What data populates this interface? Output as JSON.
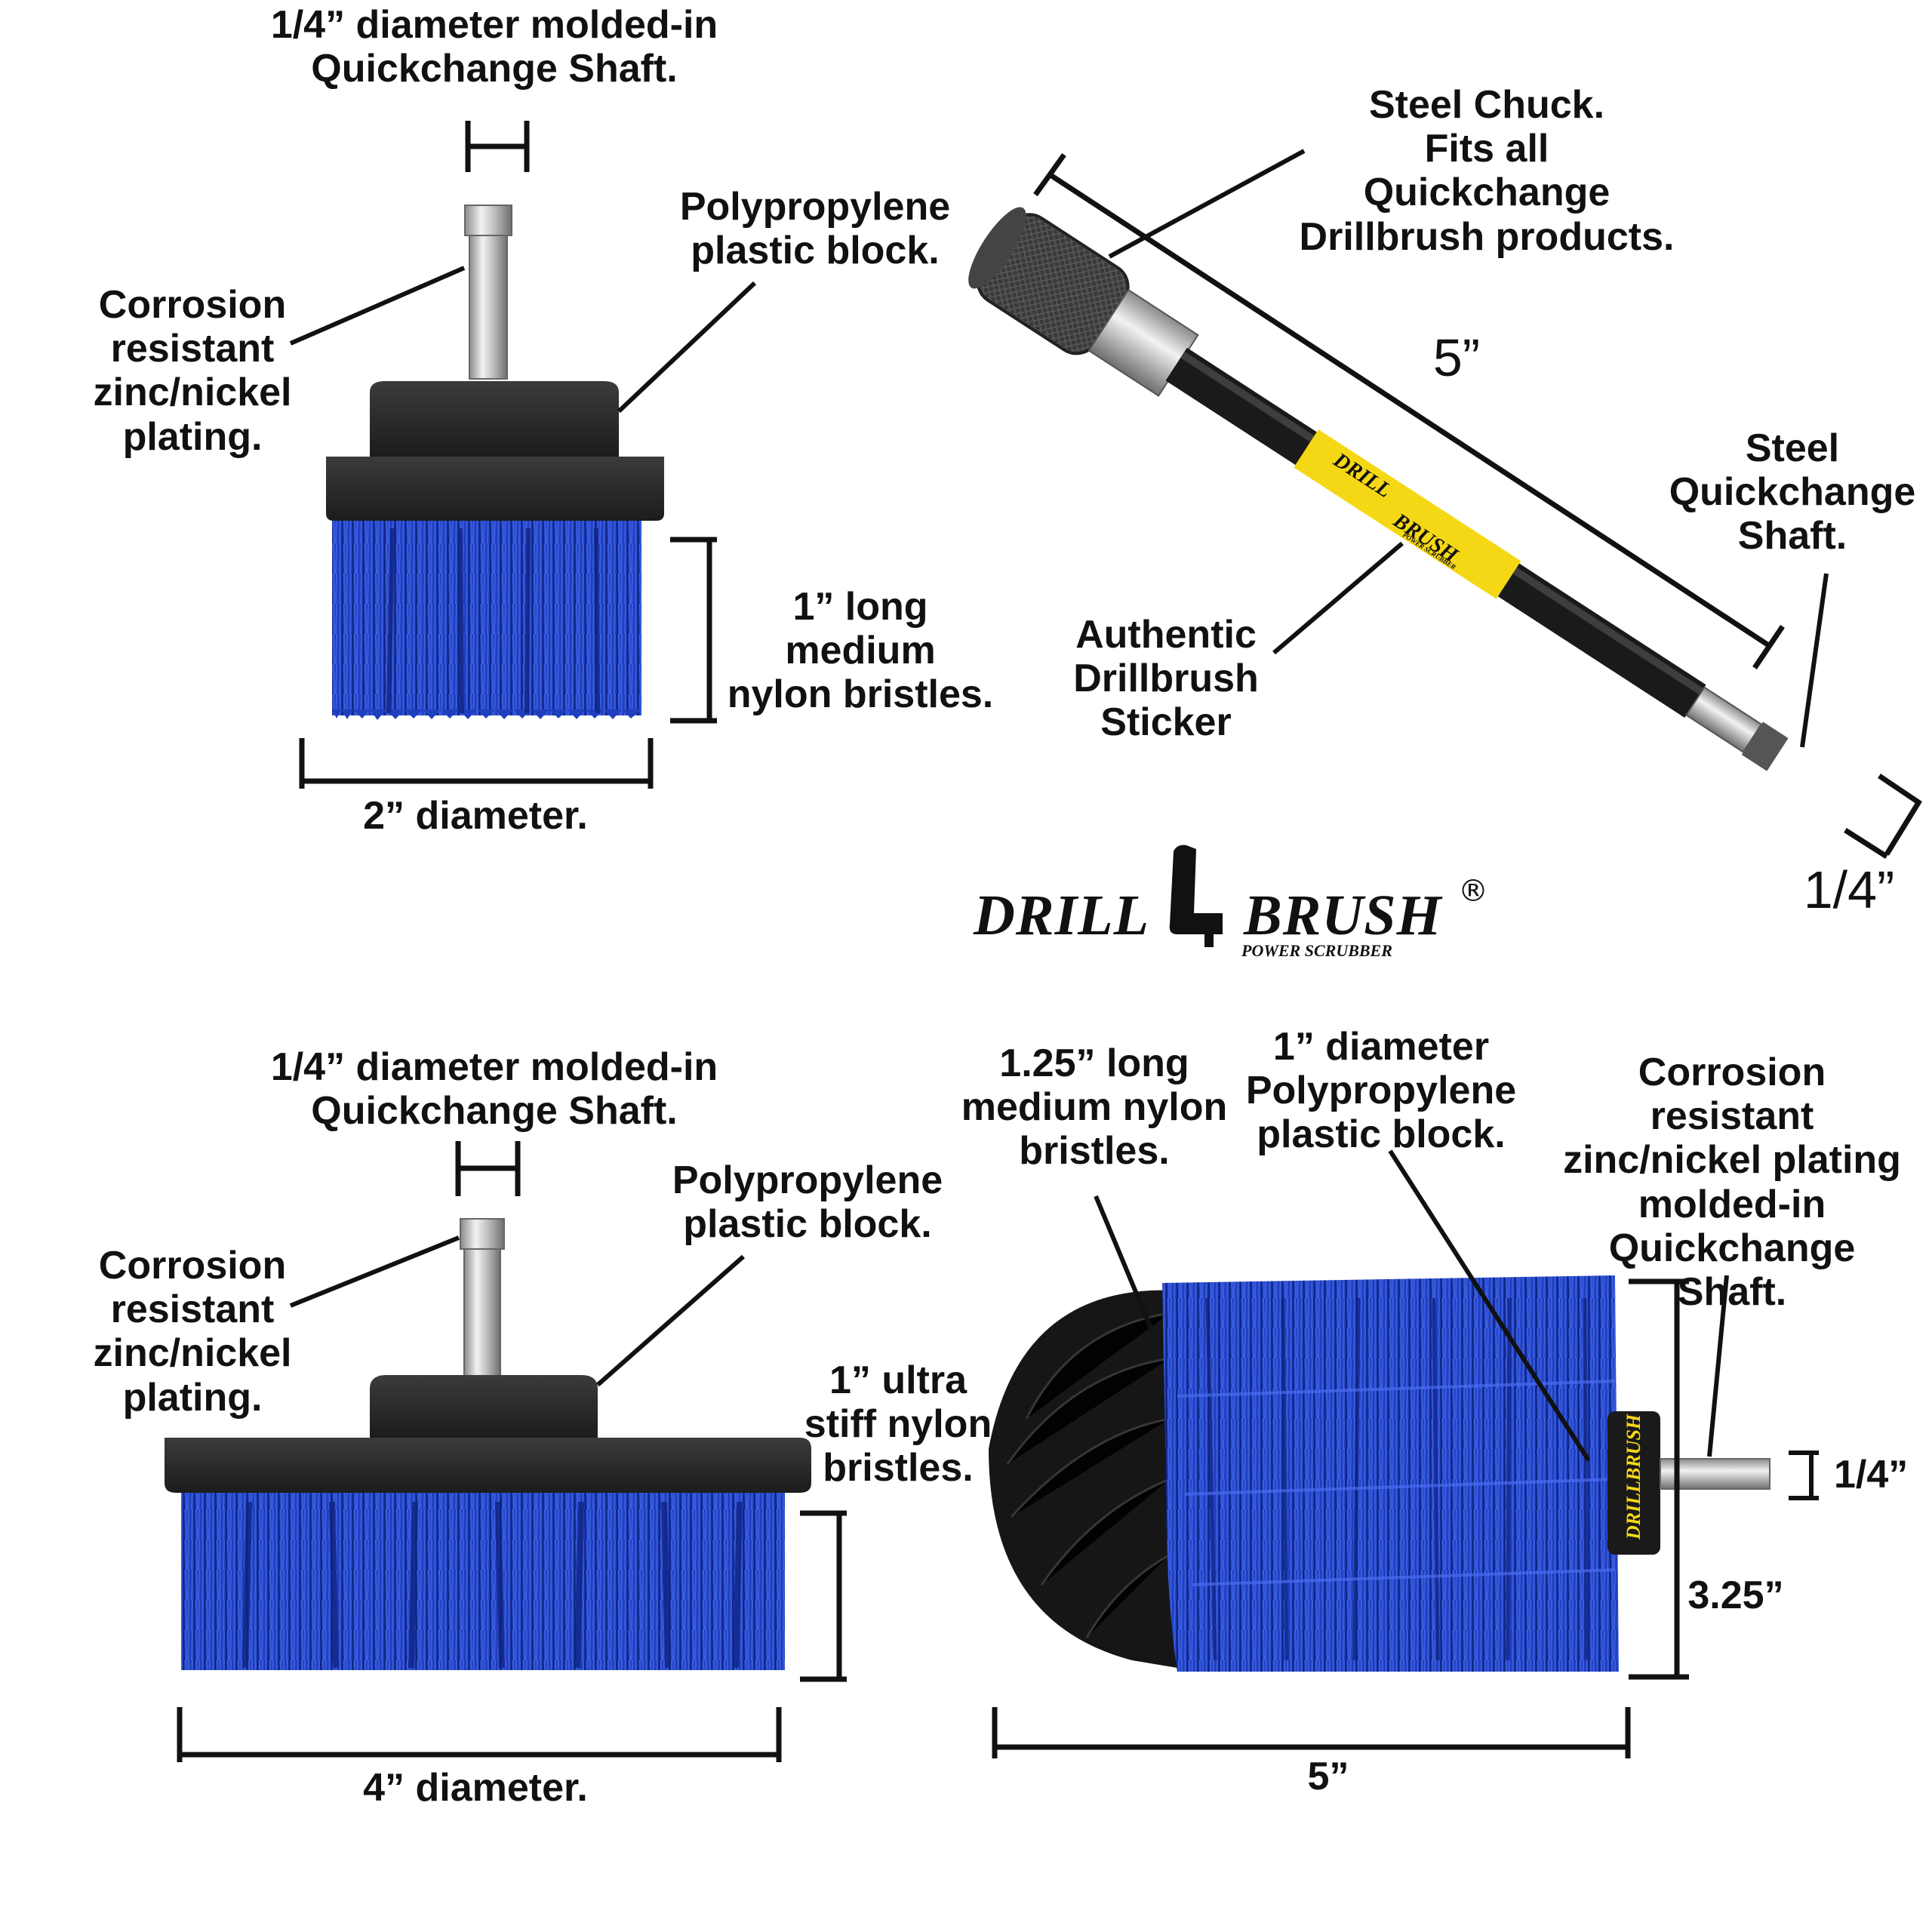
{
  "colors": {
    "bristle_blue": "#1f3fbf",
    "bristle_blue_dark": "#0f2380",
    "block_black": "#2a2a2a",
    "sticker_yellow": "#f5d815",
    "text": "#111111"
  },
  "top_left_brush": {
    "shaft_title": "1/4” diameter molded-in\nQuickchange Shaft.",
    "plating_label": "Corrosion\nresistant\nzinc/nickel\nplating.",
    "block_label": "Polypropylene\nplastic block.",
    "bristle_label": "1” long\nmedium\nnylon bristles.",
    "diameter_label": "2” diameter."
  },
  "top_right_extension": {
    "chuck_label": "Steel Chuck.\nFits all Quickchange\nDrillbrush products.",
    "length_label": "5”",
    "shaft_label": "Steel\nQuickchange\nShaft.",
    "sticker_label": "Authentic\nDrillbrush\nSticker",
    "shaft_size_label": "1/4”",
    "sticker_line1": "DRILL",
    "sticker_line2": "BRUSH",
    "sticker_sub": "POWER SCRUBBER"
  },
  "logo": {
    "word_left": "DRILL",
    "word_right": "BRUSH",
    "registered": "®",
    "tagline": "POWER SCRUBBER"
  },
  "bottom_left_brush": {
    "shaft_title": "1/4” diameter molded-in\nQuickchange Shaft.",
    "plating_label": "Corrosion\nresistant\nzinc/nickel\nplating.",
    "block_label": "Polypropylene\nplastic block.",
    "bristle_label": "1” ultra\nstiff nylon\nbristles.",
    "diameter_label": "4” diameter."
  },
  "bottom_right_brush": {
    "bristle_label": "1.25” long\nmedium nylon\nbristles.",
    "block_label": "1” diameter\nPolypropylene\nplastic block.",
    "plating_label": "Corrosion resistant\nzinc/nickel plating\nmolded-in\nQuickchange\nShaft.",
    "shaft_size_label": "1/4”",
    "height_label": "3.25”",
    "length_label": "5”",
    "cap_text": "DRILLBRUSH"
  }
}
